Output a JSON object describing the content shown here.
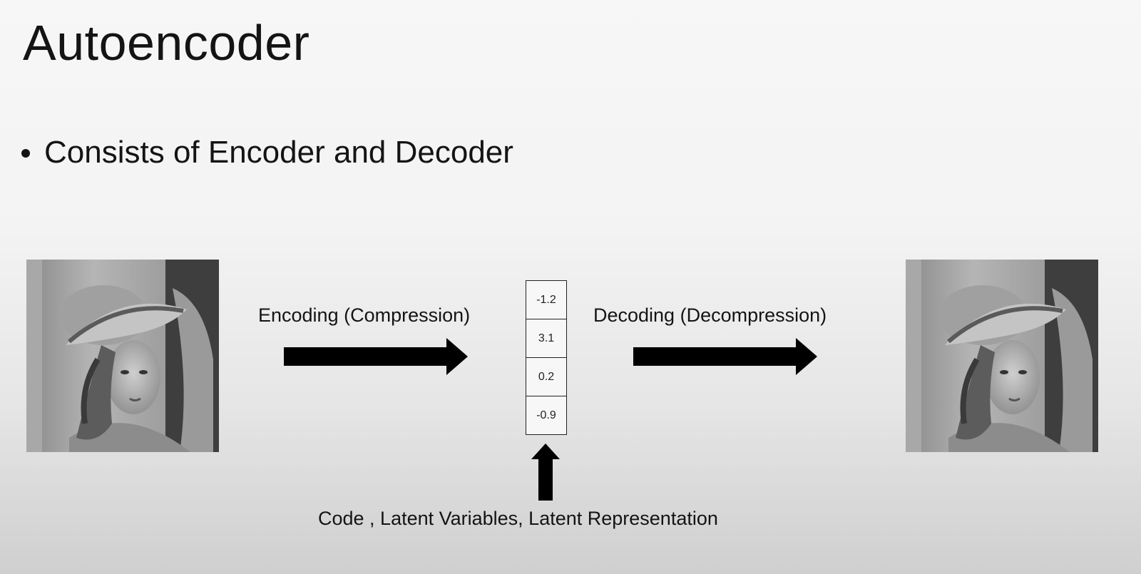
{
  "slide": {
    "title": "Autoencoder",
    "bullet": "Consists of Encoder and Decoder"
  },
  "diagram": {
    "encoding_label": "Encoding (Compression)",
    "decoding_label": "Decoding (Decompression)",
    "code_label": "Code , Latent Variables, Latent Representation",
    "latent_values": [
      "-1.2",
      "3.1",
      "0.2",
      "-0.9"
    ],
    "input_image": "grayscale-portrait-photo",
    "output_image": "grayscale-portrait-photo",
    "arrow_color": "#000000"
  }
}
